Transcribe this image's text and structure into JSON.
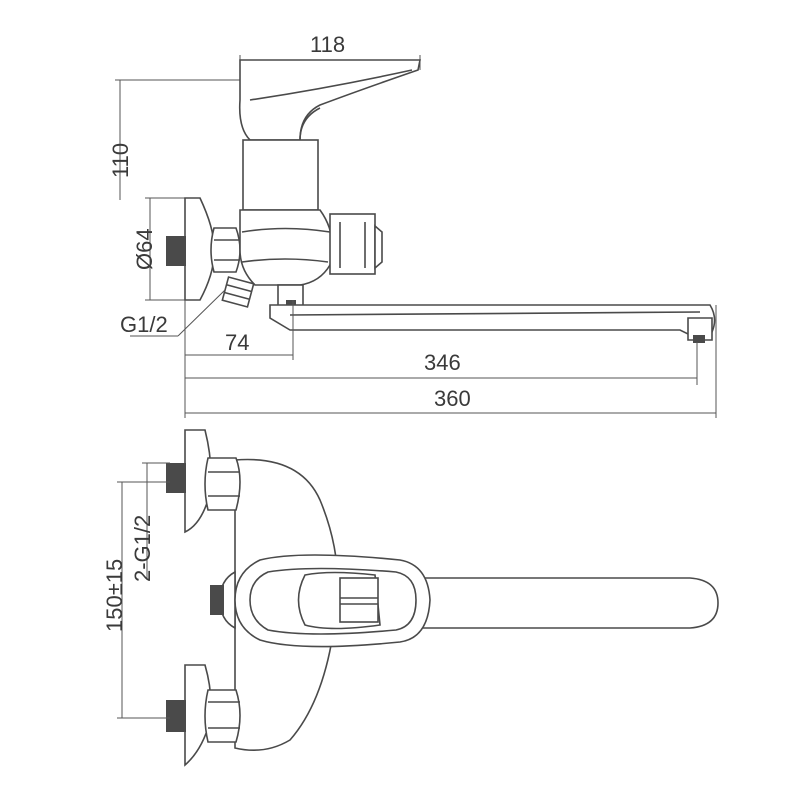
{
  "top_view": {
    "dim_118": "118",
    "dim_110": "110",
    "dim_diameter": "Ø64",
    "dim_thread": "G1/2",
    "dim_74": "74",
    "dim_346": "346",
    "dim_360": "360"
  },
  "front_view": {
    "dim_thread_pair": "2-G1/2",
    "dim_center_spacing": "150±15"
  },
  "colors": {
    "line": "#4a4a4a",
    "text": "#3a3a3a",
    "background": "#ffffff"
  }
}
